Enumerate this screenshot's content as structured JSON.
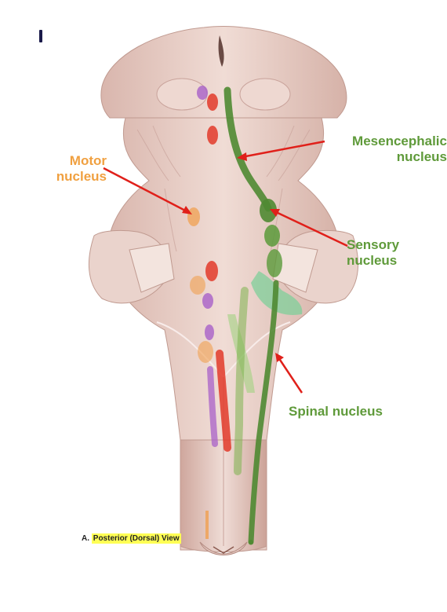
{
  "labels": {
    "mesencephalic": [
      "Mesencephalic",
      "nucleus"
    ],
    "motor": [
      "Motor",
      "nucleus"
    ],
    "sensory": [
      "Sensory",
      "nucleus"
    ],
    "spinal": "Spinal nucleus"
  },
  "caption": {
    "prefix": "A.",
    "highlight": "Posterior (Dorsal) View"
  },
  "colors": {
    "label_green": "#5f9a3a",
    "label_orange": "#f0a040",
    "arrow_red": "#e0201a",
    "tissue": "#e9cfc7",
    "tissue_shadow": "#c9a39b",
    "nucleus_green": "#5a8f38",
    "nucleus_light_green": "#7fcf9a",
    "nucleus_red": "#e23a2a",
    "nucleus_purple": "#a860c8",
    "nucleus_orange": "#f0a050"
  }
}
